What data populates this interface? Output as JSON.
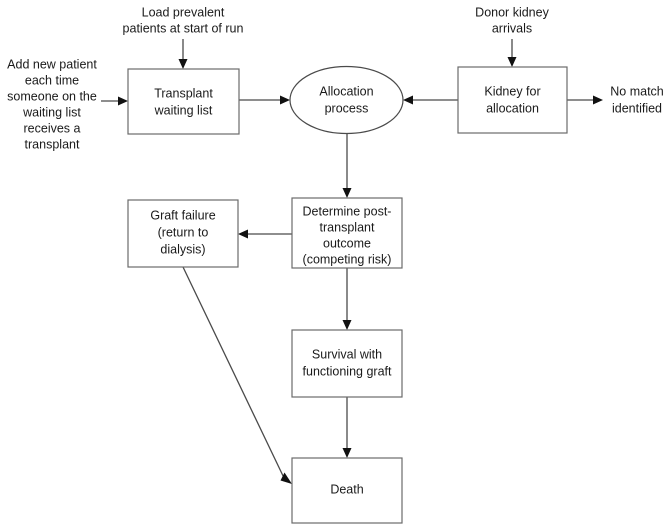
{
  "diagram": {
    "title": "Kidney transplant allocation simulation flowchart",
    "background_color": "#ffffff",
    "line_color": "#4a4a4a",
    "box_border_color": "#6b6b6b",
    "text_color": "#1a1a1a",
    "nodes": [
      {
        "id": "transplant-waiting-list",
        "shape": "rectangle",
        "lines": [
          "Transplant",
          "waiting list"
        ]
      },
      {
        "id": "allocation-process",
        "shape": "ellipse",
        "lines": [
          "Allocation",
          "process"
        ]
      },
      {
        "id": "kidney-for-allocation",
        "shape": "rectangle",
        "lines": [
          "Kidney for",
          "allocation"
        ]
      },
      {
        "id": "graft-failure",
        "shape": "rectangle",
        "lines": [
          "Graft failure",
          "(return to",
          "dialysis)"
        ]
      },
      {
        "id": "determine-post-transplant-outcome",
        "shape": "rectangle",
        "lines": [
          "Determine  post-",
          "transplant",
          "outcome",
          "(competing risk)"
        ]
      },
      {
        "id": "survival-with-functioning-graft",
        "shape": "rectangle",
        "lines": [
          "Survival with",
          "functioning graft"
        ]
      },
      {
        "id": "death",
        "shape": "rectangle",
        "lines": [
          "Death"
        ]
      }
    ],
    "labels": [
      {
        "id": "load-prevalent-patients",
        "lines": [
          "Load prevalent",
          "patients at start of run"
        ]
      },
      {
        "id": "donor-kidney-arrivals",
        "lines": [
          "Donor kidney",
          "arrivals"
        ]
      },
      {
        "id": "add-new-patient",
        "lines": [
          "Add new patient",
          "each time",
          "someone on the",
          "waiting list",
          "receives a",
          "transplant"
        ]
      },
      {
        "id": "no-match-identified",
        "lines": [
          "No match",
          "identified"
        ]
      }
    ],
    "connections": [
      {
        "id": "load-prevalent-to-waiting-list",
        "from": "load-prevalent-patients",
        "to": "transplant-waiting-list"
      },
      {
        "id": "add-new-patient-to-waiting-list",
        "from": "add-new-patient",
        "to": "transplant-waiting-list"
      },
      {
        "id": "waiting-list-to-allocation",
        "from": "transplant-waiting-list",
        "to": "allocation-process"
      },
      {
        "id": "donor-arrivals-to-kidney",
        "from": "donor-kidney-arrivals",
        "to": "kidney-for-allocation"
      },
      {
        "id": "kidney-to-allocation",
        "from": "kidney-for-allocation",
        "to": "allocation-process"
      },
      {
        "id": "kidney-to-no-match",
        "from": "kidney-for-allocation",
        "to": "no-match-identified"
      },
      {
        "id": "allocation-to-determine-outcome",
        "from": "allocation-process",
        "to": "determine-post-transplant-outcome"
      },
      {
        "id": "determine-outcome-to-graft-failure",
        "from": "determine-post-transplant-outcome",
        "to": "graft-failure"
      },
      {
        "id": "determine-outcome-to-survival",
        "from": "determine-post-transplant-outcome",
        "to": "survival-with-functioning-graft"
      },
      {
        "id": "survival-to-death",
        "from": "survival-with-functioning-graft",
        "to": "death"
      },
      {
        "id": "graft-failure-to-death",
        "from": "graft-failure",
        "to": "death"
      }
    ]
  }
}
